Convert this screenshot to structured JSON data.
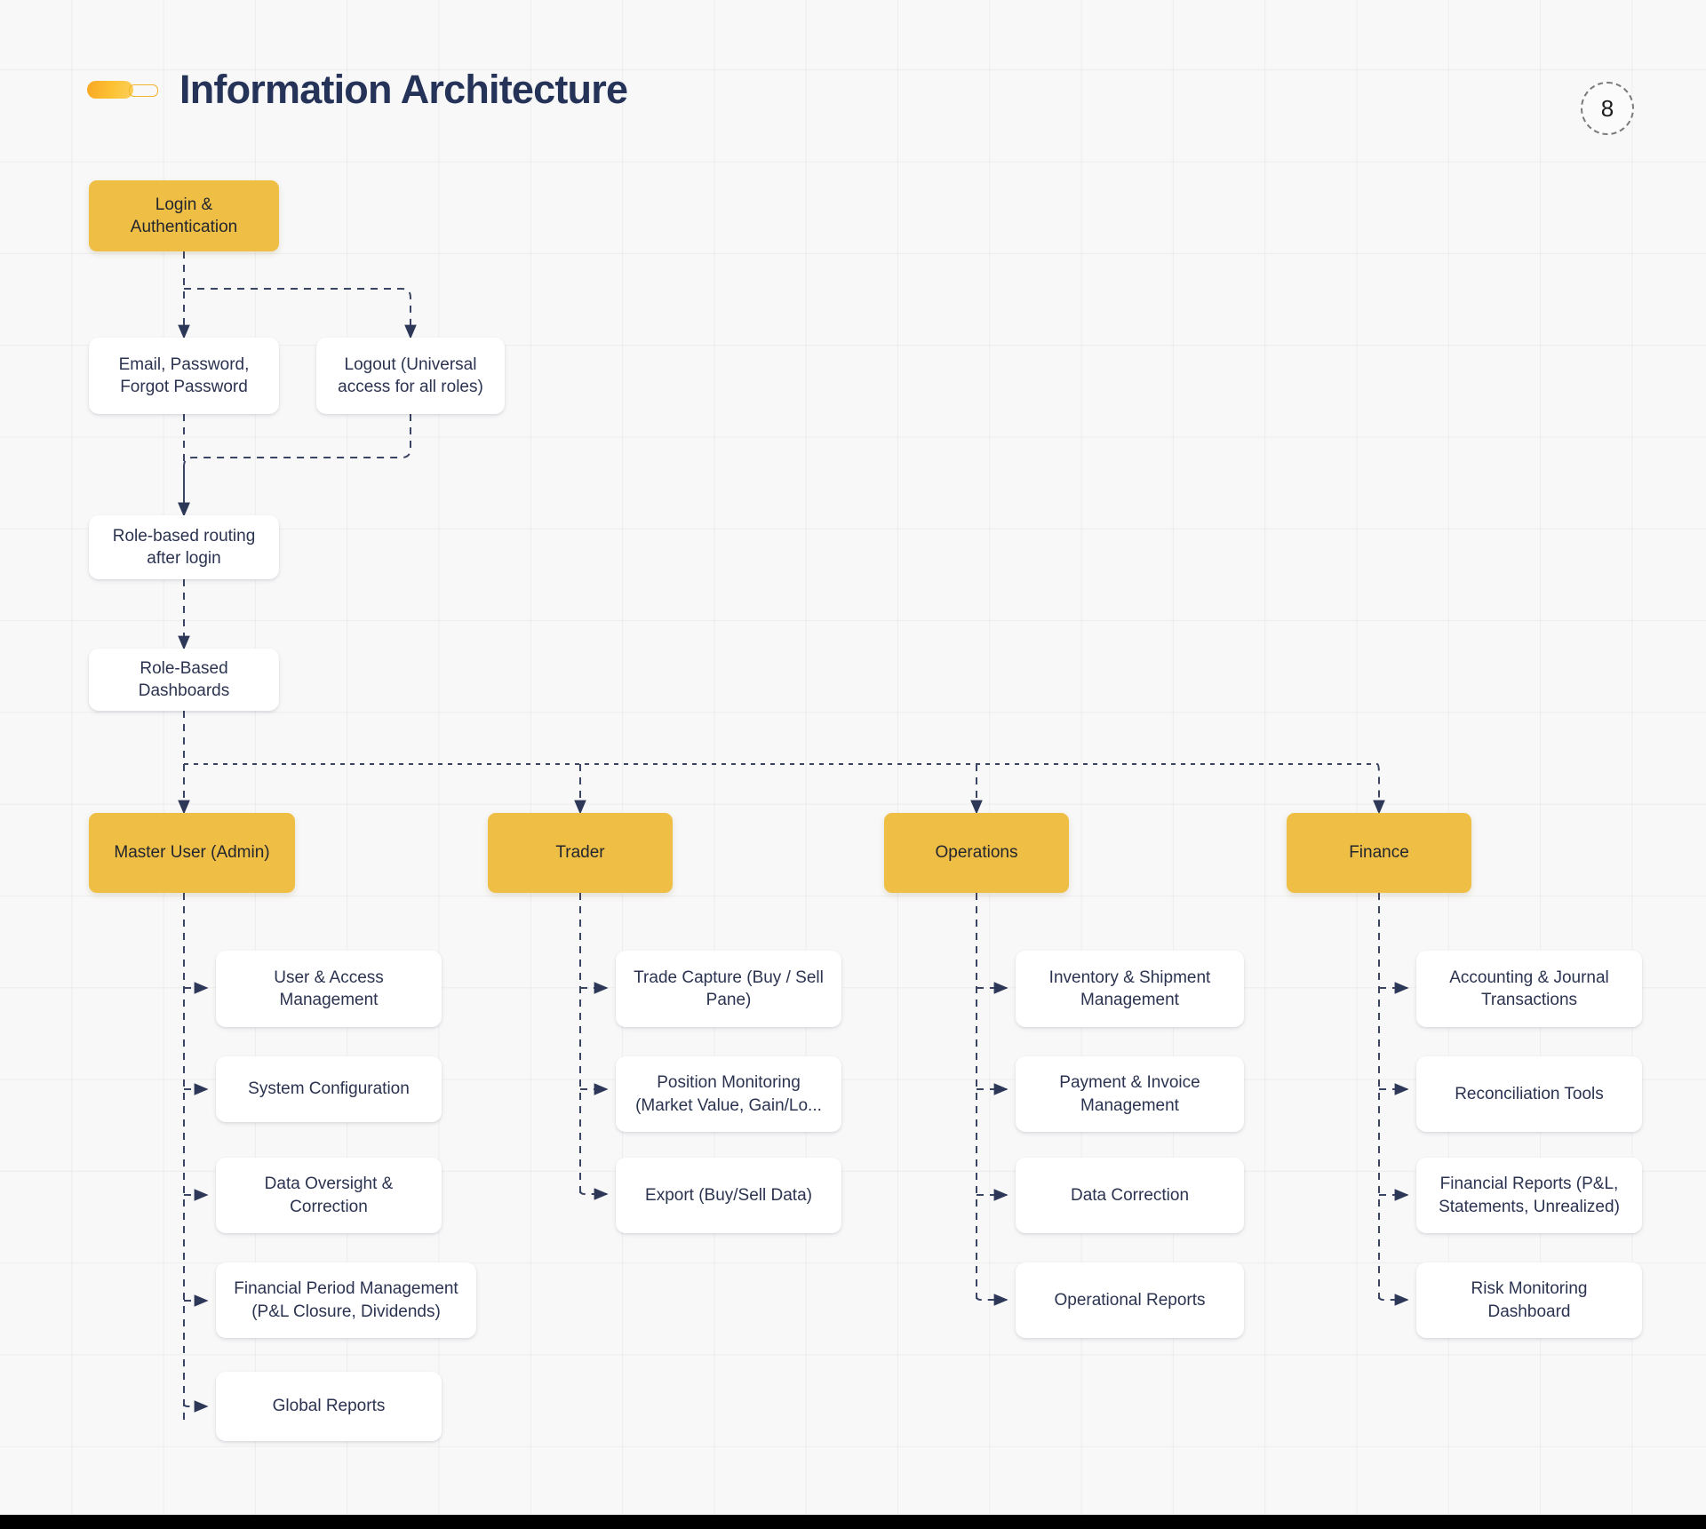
{
  "header": {
    "title": "Information Architecture",
    "accent_icon": "pill-accent-icon",
    "page_number": "8"
  },
  "colors": {
    "accent": "#efbe45",
    "accent_gradient_start": "#f9a825",
    "accent_gradient_end": "#fdd05a",
    "node_text": "#2b3350",
    "title_text": "#253358",
    "canvas": "#f8f8f8",
    "grid_line": "#ececec",
    "edge": "#3a4463",
    "bottom_bar": "#000000"
  },
  "diagram": {
    "type": "flowchart",
    "root": {
      "label": "Login & Authentication",
      "style": "accent"
    },
    "auth_children": [
      {
        "label": "Email, Password, Forgot Password",
        "style": "white"
      },
      {
        "label": "Logout (Universal access for all roles)",
        "style": "white"
      }
    ],
    "routing": {
      "label": "Role-based routing after login",
      "style": "white"
    },
    "dashboards": {
      "label": "Role-Based Dashboards",
      "style": "white"
    },
    "roles": [
      {
        "label": "Master User (Admin)",
        "style": "accent",
        "children": [
          "User & Access Management",
          "System Configuration",
          "Data Oversight & Correction",
          "Financial Period Management (P&L Closure, Dividends)",
          "Global Reports"
        ]
      },
      {
        "label": "Trader",
        "style": "accent",
        "children": [
          "Trade Capture (Buy / Sell Pane)",
          "Position Monitoring (Market Value, Gain/Lo...",
          "Export (Buy/Sell Data)"
        ]
      },
      {
        "label": "Operations",
        "style": "accent",
        "children": [
          "Inventory & Shipment Management",
          "Payment & Invoice Management",
          "Data Correction",
          "Operational Reports"
        ]
      },
      {
        "label": "Finance",
        "style": "accent",
        "children": [
          "Accounting & Journal Transactions",
          "Reconciliation Tools",
          "Financial Reports (P&L, Statements, Unrealized)",
          "Risk Monitoring Dashboard"
        ]
      }
    ]
  }
}
